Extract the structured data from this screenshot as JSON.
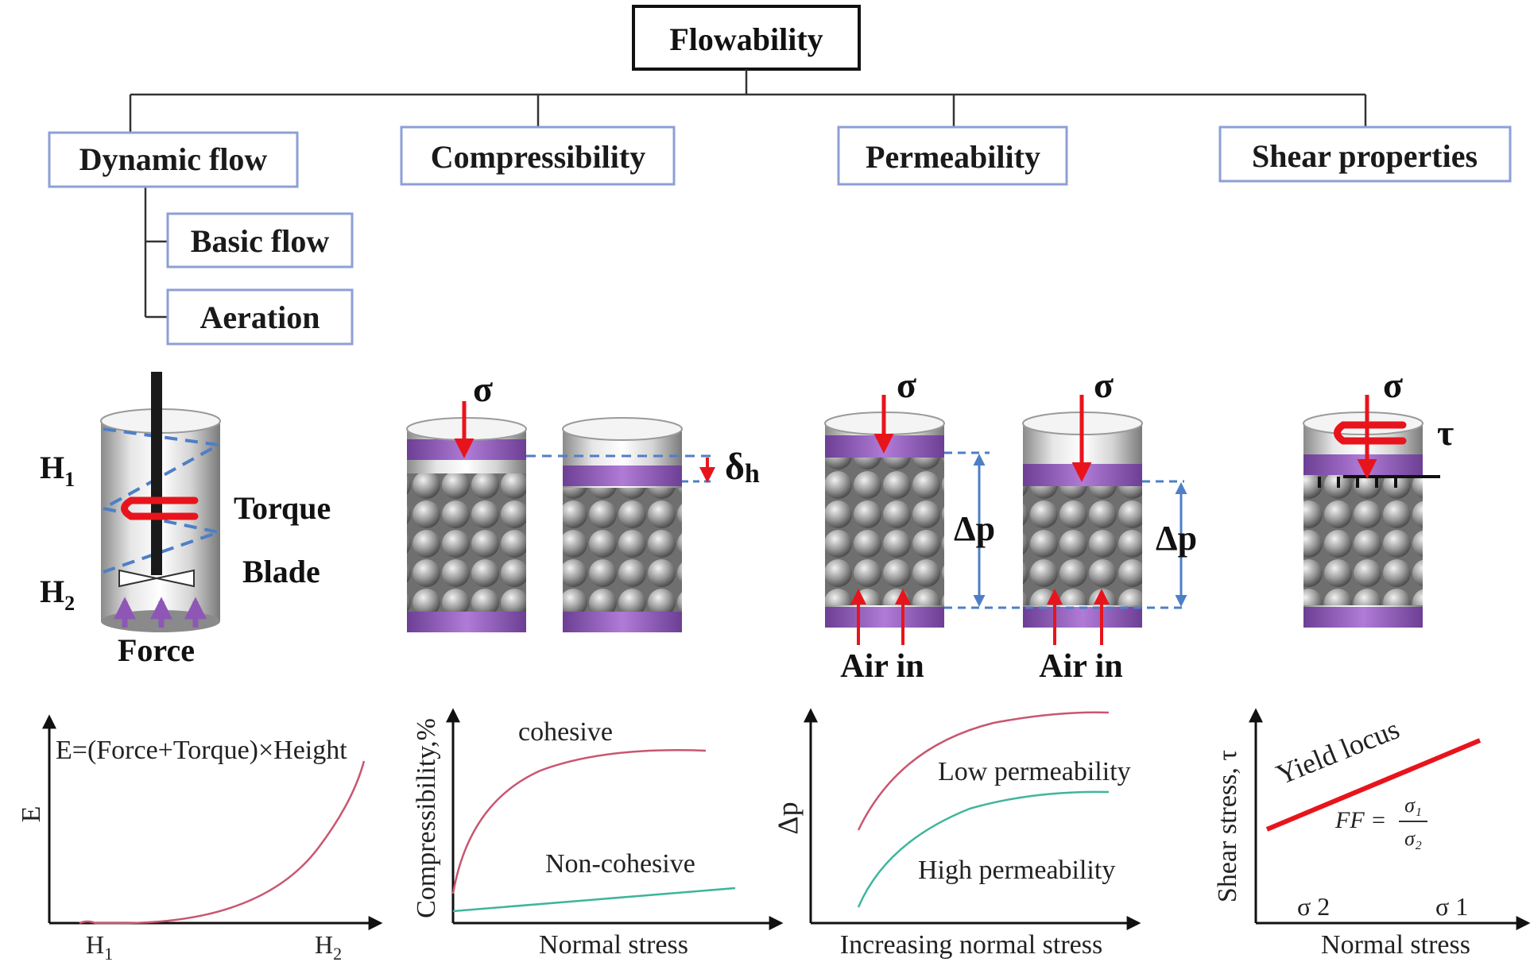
{
  "root": {
    "label": "Flowability"
  },
  "categories": {
    "dynamic": "Dynamic flow",
    "compressibility": "Compressibility",
    "permeability": "Permeability",
    "shear": "Shear properties"
  },
  "subcategories": {
    "basic": "Basic flow",
    "aeration": "Aeration"
  },
  "dynamic_diagram": {
    "h1": "H",
    "h1_sub": "1",
    "h2": "H",
    "h2_sub": "2",
    "torque": "Torque",
    "blade": "Blade",
    "force": "Force"
  },
  "compress_diagram": {
    "sigma": "σ",
    "delta": "δ",
    "delta_sub": "h"
  },
  "perm_diagram": {
    "sigma": "σ",
    "delta_p": "Δp",
    "air_in": "Air in"
  },
  "shear_diagram": {
    "sigma": "σ",
    "tau": "τ"
  },
  "plots": {
    "energy": {
      "equation": "E=(Force+Torque)×Height",
      "ylabel": "E",
      "x1": "H",
      "x1_sub": "1",
      "x2": "H",
      "x2_sub": "2"
    },
    "compressibility": {
      "ylabel": "Compressibility,%",
      "xlabel": "Normal stress",
      "series": [
        "cohesive",
        "Non-cohesive"
      ]
    },
    "permeability": {
      "ylabel": "Δp",
      "xlabel": "Increasing normal stress",
      "series": [
        "Low permeability",
        "High permeability"
      ]
    },
    "shear": {
      "ylabel": "Shear stress, τ",
      "xlabel": "Normal stress",
      "line_label": "Yield locus",
      "ff": "FF =",
      "ff_num": "σ₁",
      "ff_den": "σ₂",
      "sigma2": "σ 2",
      "sigma1": "σ 1"
    }
  },
  "colors": {
    "box_border": "#8e9fd6",
    "root_border": "#111111",
    "arrow_red": "#e8141c",
    "purple": "#8e57b6",
    "dashed_blue": "#4e7fc6",
    "curve_red": "#c9566f",
    "curve_teal": "#3fb59b"
  }
}
